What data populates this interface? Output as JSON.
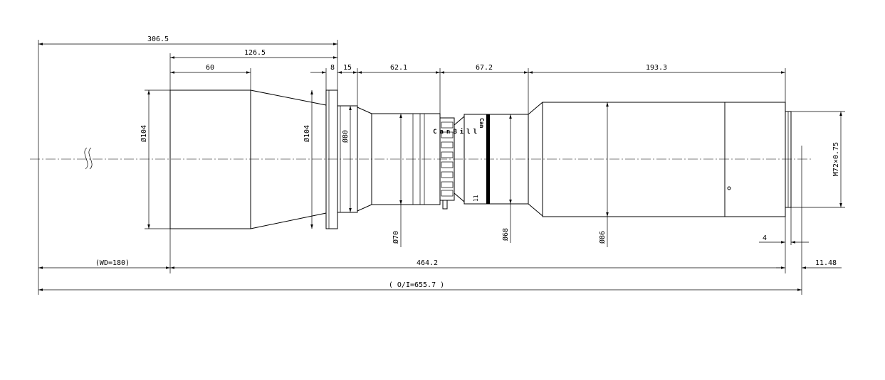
{
  "dimensions": {
    "overall_length_top": "306.5",
    "front_to_flange": "126.5",
    "hood_length": "60",
    "flange_thickness": "8",
    "adapter_length": "15",
    "barrel_length": "62.1",
    "mid_section_length": "67.2",
    "rear_body_length": "193.3",
    "front_diameter": "Ø104",
    "flange_diameter": "Ø104",
    "adapter_diameter": "Ø80",
    "barrel_diameter": "Ø70",
    "mid_diameter": "Ø68",
    "body_diameter": "Ø86",
    "mount_thread": "M72×0.75",
    "rear_lip": "4",
    "working_distance": "(WD=180)",
    "lens_length": "464.2",
    "back_focus": "11.48",
    "object_to_image": "( O/I=655.7 )"
  },
  "engraving": {
    "brand": "CanBill",
    "brand_fragment": "Can",
    "side_mark": "11"
  }
}
